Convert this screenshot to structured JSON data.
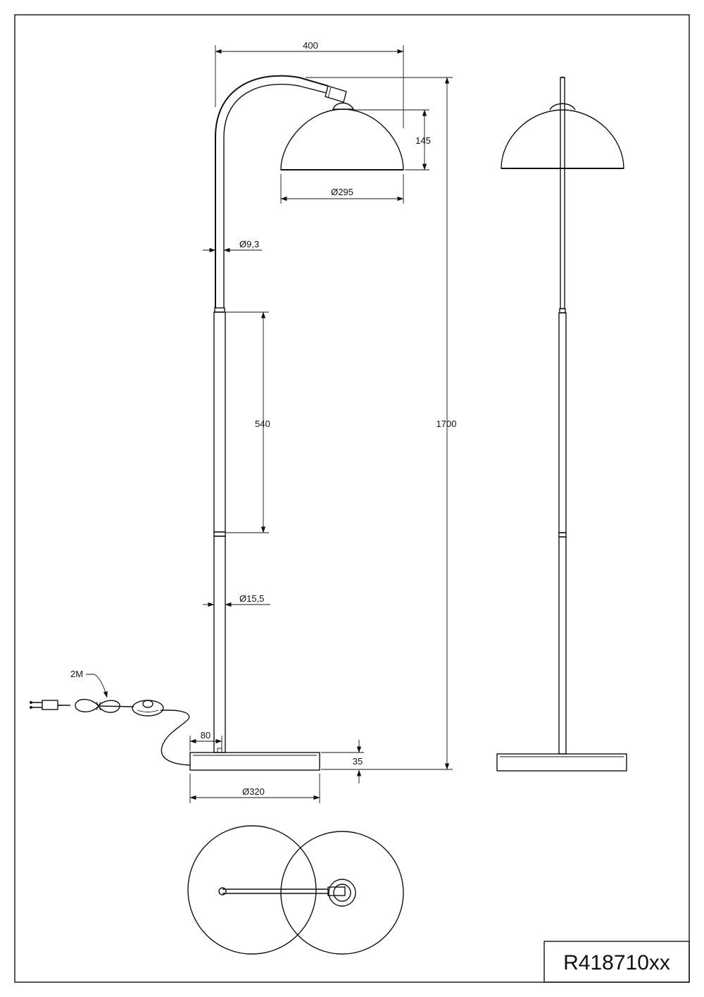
{
  "drawing": {
    "model_number": "R418710xx",
    "dimensions": {
      "arc_width": "400",
      "shade_height": "145",
      "shade_diameter": "Ø295",
      "upper_tube_diameter": "Ø9,3",
      "lower_tube_length": "540",
      "total_height": "1700",
      "lower_tube_diameter": "Ø15,5",
      "base_offset": "80",
      "base_height": "35",
      "base_diameter": "Ø320",
      "cable_length": "2M"
    }
  }
}
